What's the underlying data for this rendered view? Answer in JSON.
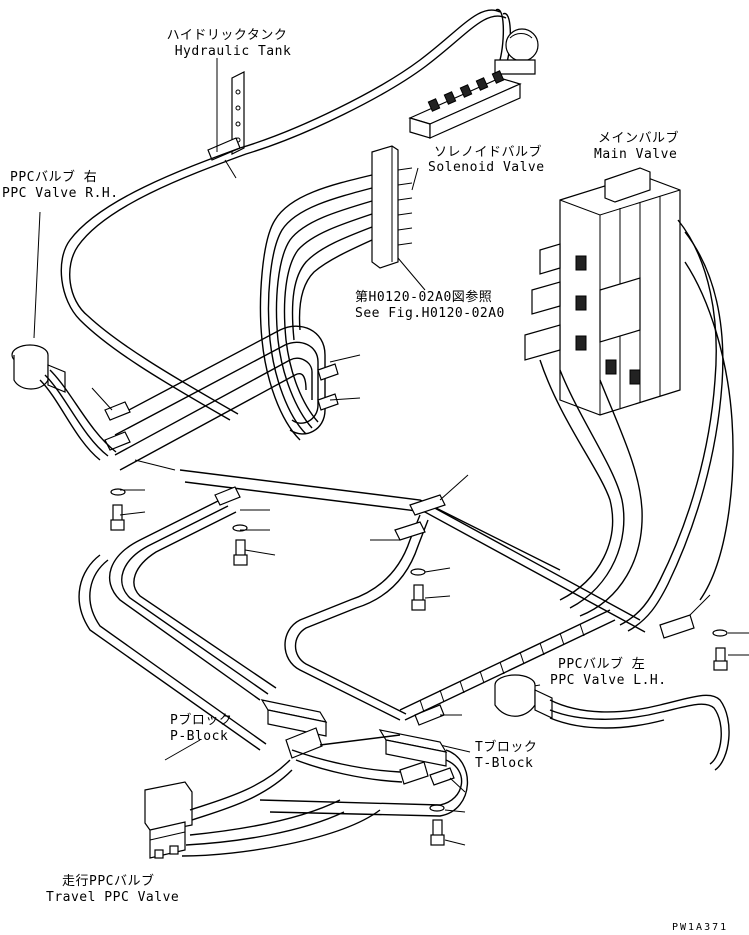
{
  "labels": {
    "hydraulic_tank_jp": "ハイドリックタンク",
    "hydraulic_tank_en": "Hydraulic Tank",
    "solenoid_valve_jp": "ソレノイドバルブ",
    "solenoid_valve_en": "Solenoid Valve",
    "main_valve_jp": "メインバルブ",
    "main_valve_en": "Main Valve",
    "ppc_valve_rh_jp": "PPCバルブ 右",
    "ppc_valve_rh_en": "PPC Valve R.H.",
    "see_fig_jp": "第H0120-02A0図参照",
    "see_fig_en": "See Fig.H0120-02A0",
    "ppc_valve_lh_jp": "PPCバルブ 左",
    "ppc_valve_lh_en": "PPC Valve L.H.",
    "p_block_jp": "Pブロック",
    "p_block_en": "P-Block",
    "t_block_jp": "Tブロック",
    "t_block_en": "T-Block",
    "travel_ppc_jp": "走行PPCバルブ",
    "travel_ppc_en": "Travel PPC Valve",
    "drawing_code": "PW1A371"
  }
}
